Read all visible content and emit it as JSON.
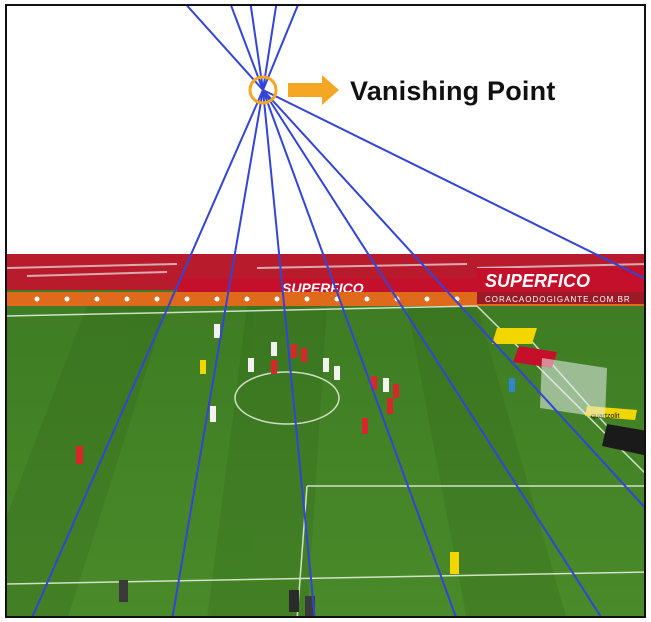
{
  "annotation": {
    "label": "Vanishing Point",
    "marker_color": "#f5a623",
    "arrow_color": "#f5a623",
    "line_color": "#3344d6"
  },
  "board": {
    "sponsor_big": "SUPERFICO",
    "sponsor_url": "CORACAODOGIGANTE.COM.BR",
    "brand_small": "quartzolit"
  },
  "colors": {
    "pitch_light": "#4f8f2c",
    "pitch_dark": "#3f7a23",
    "stands_red": "#b81b2c",
    "board_orange": "#e06a1c",
    "home_kit": "#d9262b",
    "away_kit": "#f2f2f2",
    "referee_kit": "#f2d600"
  }
}
